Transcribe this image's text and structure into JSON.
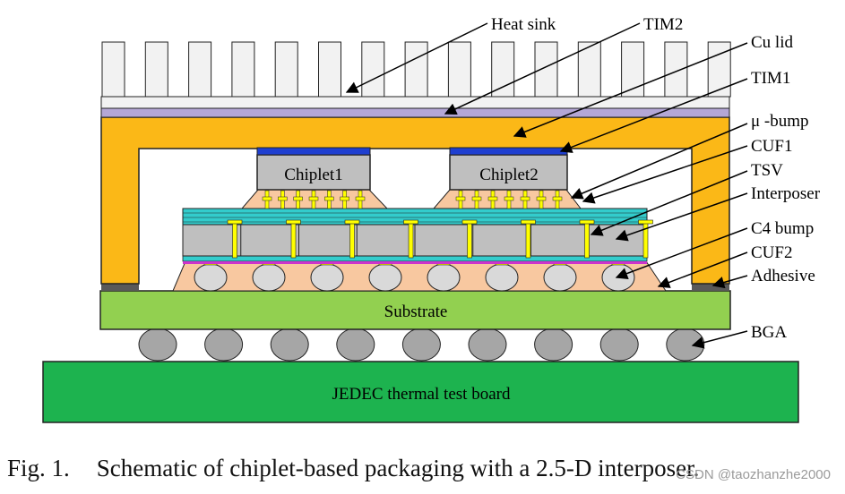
{
  "labels": {
    "heat_sink": "Heat sink",
    "tim2": "TIM2",
    "cu_lid": "Cu lid",
    "tim1": "TIM1",
    "u_bump": "μ -bump",
    "cuf1": "CUF1",
    "tsv": "TSV",
    "interposer": "Interposer",
    "c4_bump": "C4 bump",
    "cuf2": "CUF2",
    "adhesive": "Adhesive",
    "bga": "BGA"
  },
  "blocks": {
    "chiplet1": "Chiplet1",
    "chiplet2": "Chiplet2",
    "substrate": "Substrate",
    "board": "JEDEC thermal test board"
  },
  "caption": {
    "fig": "Fig. 1.",
    "text": "Schematic of chiplet-based packaging with a 2.5-D interposer."
  },
  "watermark": "CSDN @taozhanzhe2000",
  "colors": {
    "cu_lid": "#fbb817",
    "substrate": "#92d050",
    "board": "#1db34f",
    "underfill": "#f8c8a0",
    "chiplet": "#bfbfbf",
    "tim1": "#1f3fd0",
    "tim2": "#b4a7d6",
    "interposer": "#33cccc",
    "tsv": "#ffff00",
    "adhesive": "#595959",
    "bga": "#a6a6a6",
    "c4_bump": "#d9d9d9",
    "redistribution": "#cc33cc"
  }
}
